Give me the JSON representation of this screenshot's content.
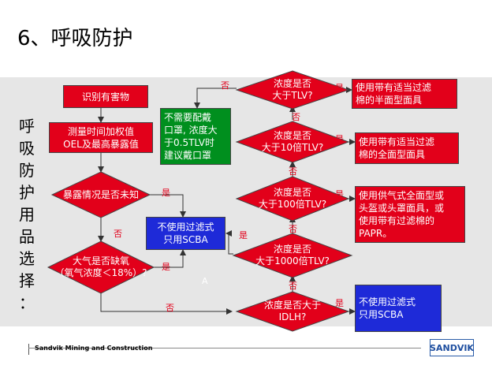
{
  "title": "6、呼吸防护",
  "side_label": [
    "呼",
    "吸",
    "防",
    "护",
    "用",
    "品",
    "选",
    "择",
    "："
  ],
  "nodes": {
    "identify": "识别有害物",
    "measure": "测量时间加权值\nOEL及最高暴露值",
    "exposure_unknown": "暴露情况是否未知",
    "oxygen": "大气是否缺氧\n（氧气浓度＜18%）?",
    "scba_left": "不使用过滤式\n只用SCBA",
    "no_need": "不需要配戴\n口罩, 浓度大\n于0.5TLV时\n建议戴口罩",
    "d_tlv": "浓度是否\n大于TLV?",
    "d_10tlv": "浓度是否\n大于10倍TLV?",
    "d_100tlv": "浓度是否\n大于100倍TLV?",
    "d_1000tlv": "浓度是否\n大于1000倍TLV?",
    "d_idlh": "浓度是否大于\nIDLH?",
    "r_half": "使用带有适当过滤\n棉的半面型面具",
    "r_full": "使用带有适当过滤\n棉的全面型面具",
    "r_papr": "使用供气式全面型或\n头盔或头罩面具，或\n使用带有过滤棉的\nPAPR。",
    "r_scba": "不使用过滤式\n只用SCBA"
  },
  "labels": {
    "yes": "是",
    "no": "否",
    "a": "A"
  },
  "footer": "Sandvik Mining and Construction",
  "logo": "SANDVIK",
  "colors": {
    "red": "#e2001a",
    "green": "#008f1e",
    "blue": "#1e2ad8",
    "panel": "#e6e6e6"
  }
}
